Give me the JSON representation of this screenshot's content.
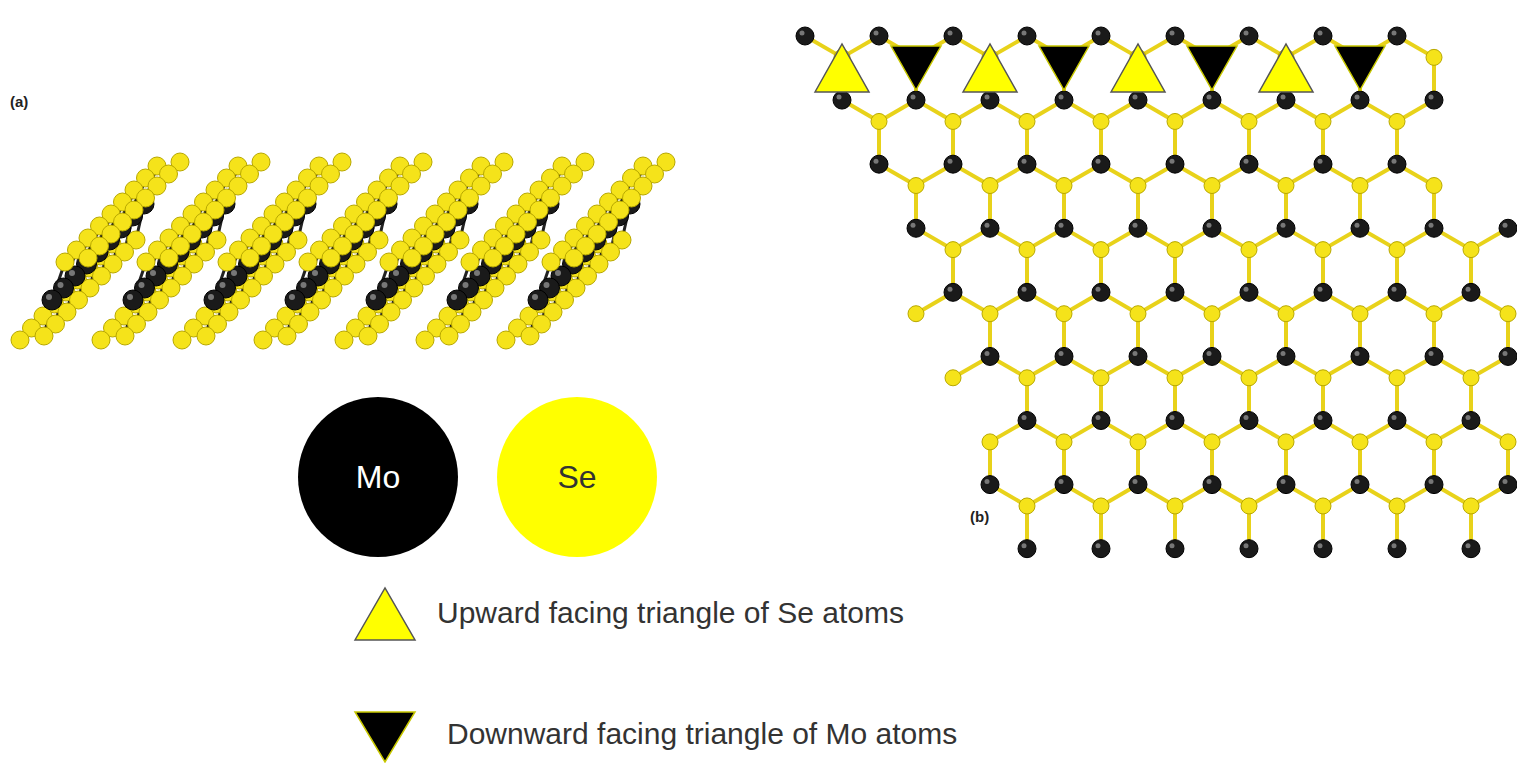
{
  "diagram": {
    "nodes": [
      {
        "text": [
          "Mo"
        ]
      },
      {
        "text": [
          "Se"
        ]
      }
    ],
    "labels": [
      "(a)",
      "(b)"
    ],
    "legend": [
      {
        "text": "Upward facing triangle of Se atoms"
      },
      {
        "text": "Downward facing triangle of Mo atoms"
      }
    ]
  }
}
